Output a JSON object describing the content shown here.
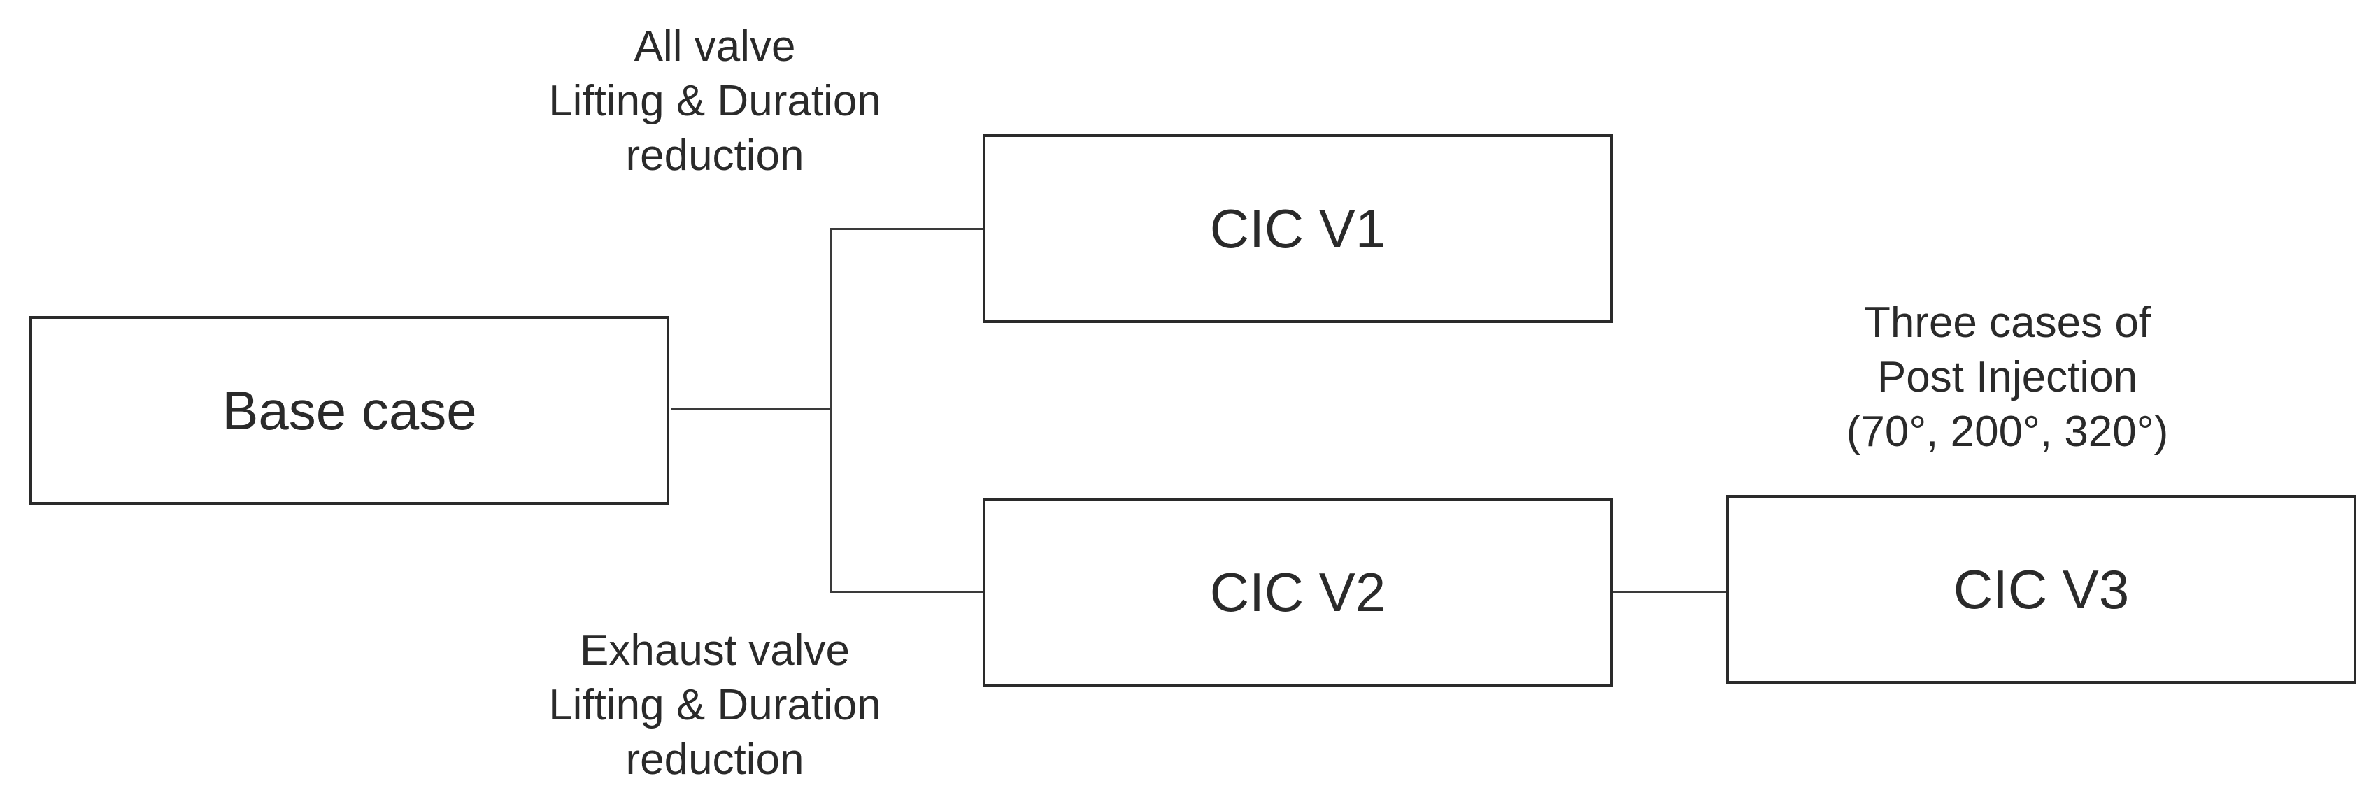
{
  "nodes": {
    "base": {
      "label": "Base case"
    },
    "v1": {
      "label": "CIC V1"
    },
    "v2": {
      "label": "CIC V2"
    },
    "v3": {
      "label": "CIC V3"
    }
  },
  "edges": [
    {
      "from": "base",
      "to": "v1"
    },
    {
      "from": "base",
      "to": "v2"
    },
    {
      "from": "v2",
      "to": "v3"
    }
  ],
  "annotations": {
    "v1": {
      "lines": [
        "All valve",
        "Lifting & Duration",
        "reduction"
      ]
    },
    "v2": {
      "lines": [
        "Exhaust valve",
        "Lifting & Duration",
        "reduction"
      ]
    },
    "v3": {
      "lines": [
        "Three cases of",
        "Post Injection",
        "(70°, 200°, 320°)"
      ]
    }
  }
}
